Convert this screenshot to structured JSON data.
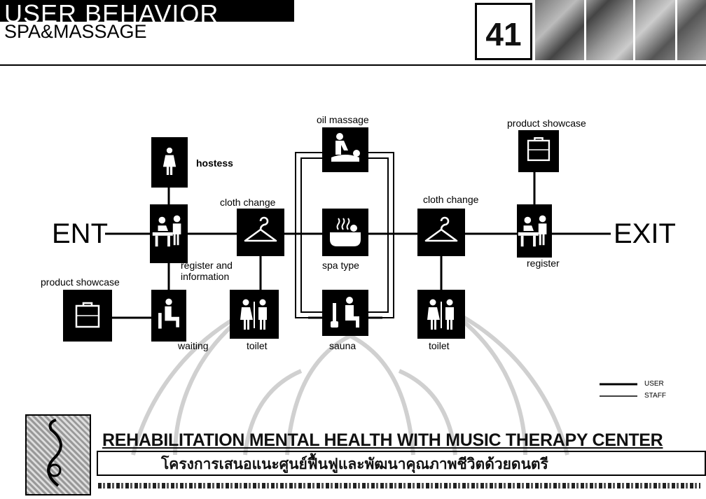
{
  "header": {
    "title": "USER BEHAVIOR",
    "subtitle": "SPA&MASSAGE",
    "page_number": "41"
  },
  "diagram": {
    "entry": "ENT",
    "exit": "EXIT",
    "labels": {
      "hostess": "hostess",
      "register_info_1": "register and",
      "register_info_2": "information",
      "product_showcase_left": "product showcase",
      "waiting": "waiting",
      "cloth_change_1": "cloth change",
      "toilet_1": "toilet",
      "oil_massage": "oil massage",
      "spa_type": "spa type",
      "sauna": "sauna",
      "cloth_change_2": "cloth change",
      "toilet_2": "toilet",
      "product_showcase_right": "product showcase",
      "register": "register"
    },
    "legend": {
      "user": "USER",
      "staff": "STAFF"
    }
  },
  "footer": {
    "title": "REHABILITATION MENTAL HEALTH WITH MUSIC THERAPY CENTER",
    "thai_title": "โครงการเสนอแนะศูนย์ฟื้นฟูและพัฒนาคุณภาพชีวิตด้วยดนตรี"
  },
  "colors": {
    "icon_bg": "#000000",
    "line": "#000000",
    "background": "#ffffff"
  }
}
